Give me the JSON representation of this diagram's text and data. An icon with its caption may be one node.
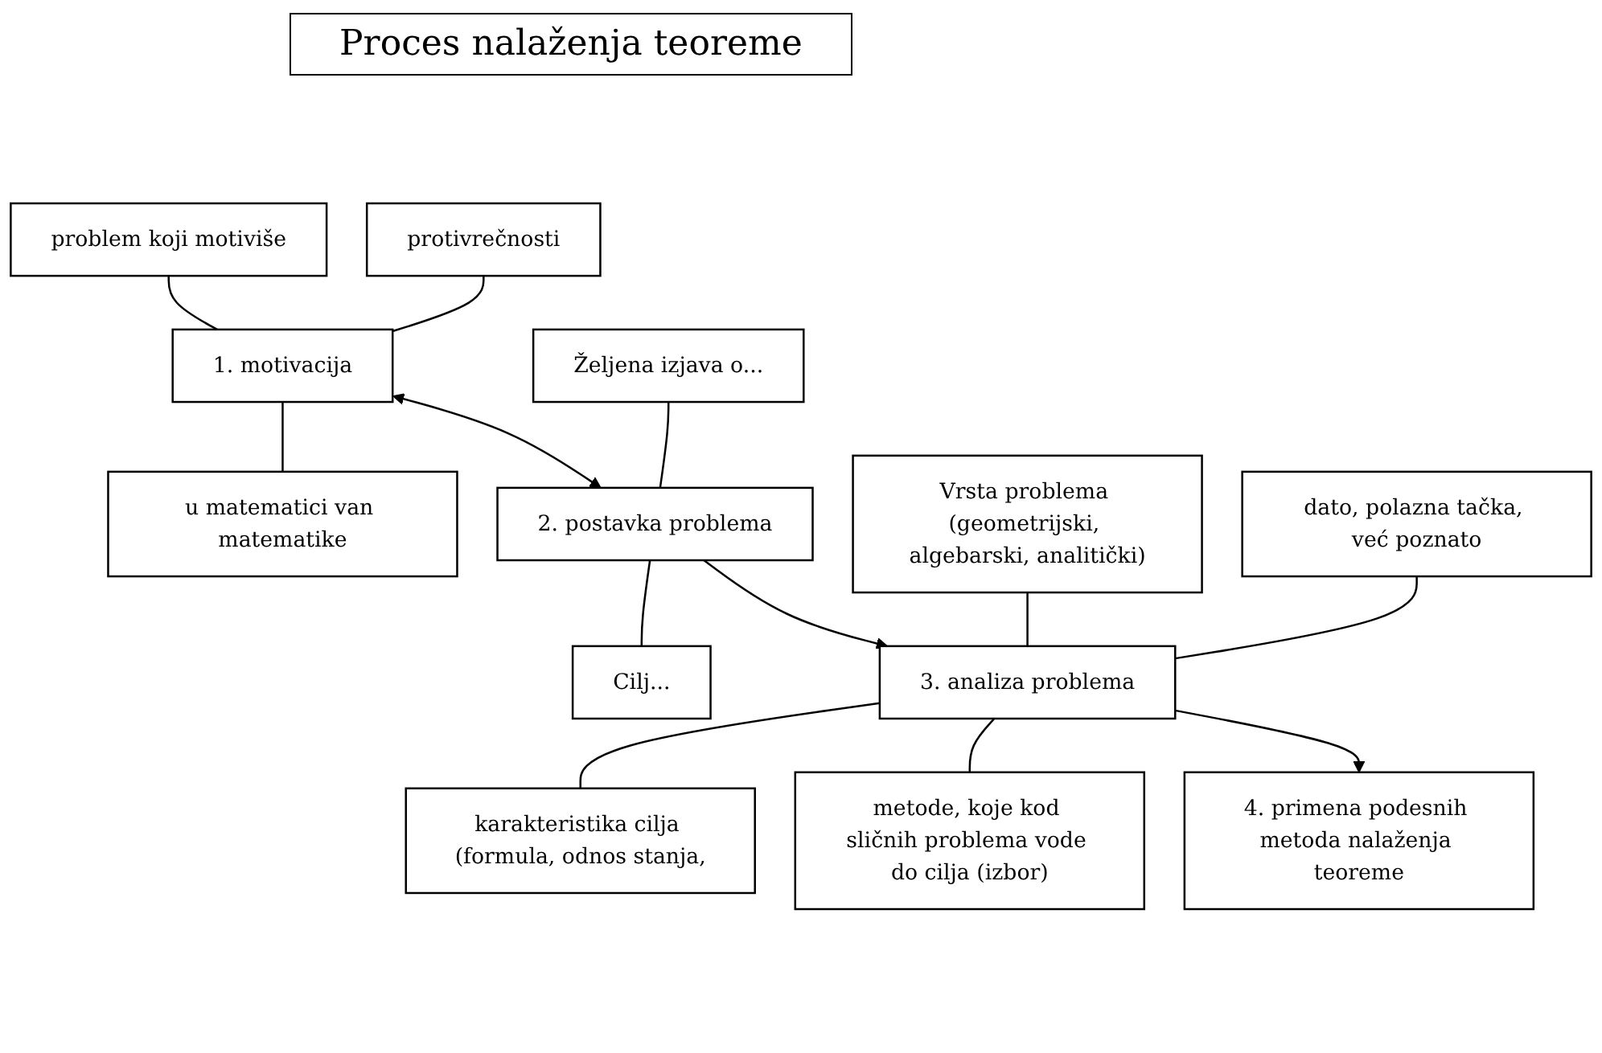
{
  "diagram": {
    "title": "Proces nalaženja teoreme",
    "nodes": [
      {
        "text": [
          "problem koji motiviše"
        ]
      },
      {
        "text": [
          "1. motivacija"
        ]
      },
      {
        "text": [
          "u matematici van matematike"
        ]
      },
      {
        "text": [
          "protivrečnosti"
        ]
      },
      {
        "text": [
          "Željena izjava o..."
        ]
      },
      {
        "text": [
          "2. postavka problema"
        ]
      },
      {
        "text": [
          "Cilj..."
        ]
      },
      {
        "text": [
          "Vrsta problema (geometrijski, algebarski, analitički)"
        ]
      },
      {
        "text": [
          "3. analiza problema"
        ]
      },
      {
        "text": [
          "karakteristika cilja (formula, odnos stanja,"
        ]
      },
      {
        "text": [
          "dato, polazna tačka, već poznato"
        ]
      },
      {
        "text": [
          "4. primena podesnih metoda nalaženja teoreme"
        ]
      },
      {
        "text": [
          "metode, koje kod sličnih problema vode do cilja (izbor)"
        ]
      }
    ],
    "edges": [
      {
        "from": 0,
        "to": 1,
        "arrow": "none"
      },
      {
        "from": 3,
        "to": 1,
        "arrow": "none"
      },
      {
        "from": 1,
        "to": 2,
        "arrow": "none"
      },
      {
        "from": 1,
        "to": 5,
        "arrow": "both"
      },
      {
        "from": 4,
        "to": 5,
        "arrow": "none"
      },
      {
        "from": 5,
        "to": 6,
        "arrow": "none"
      },
      {
        "from": 5,
        "to": 8,
        "arrow": "to"
      },
      {
        "from": 7,
        "to": 8,
        "arrow": "none"
      },
      {
        "from": 10,
        "to": 8,
        "arrow": "none"
      },
      {
        "from": 8,
        "to": 9,
        "arrow": "none"
      },
      {
        "from": 8,
        "to": 12,
        "arrow": "none"
      },
      {
        "from": 8,
        "to": 11,
        "arrow": "to"
      }
    ]
  }
}
